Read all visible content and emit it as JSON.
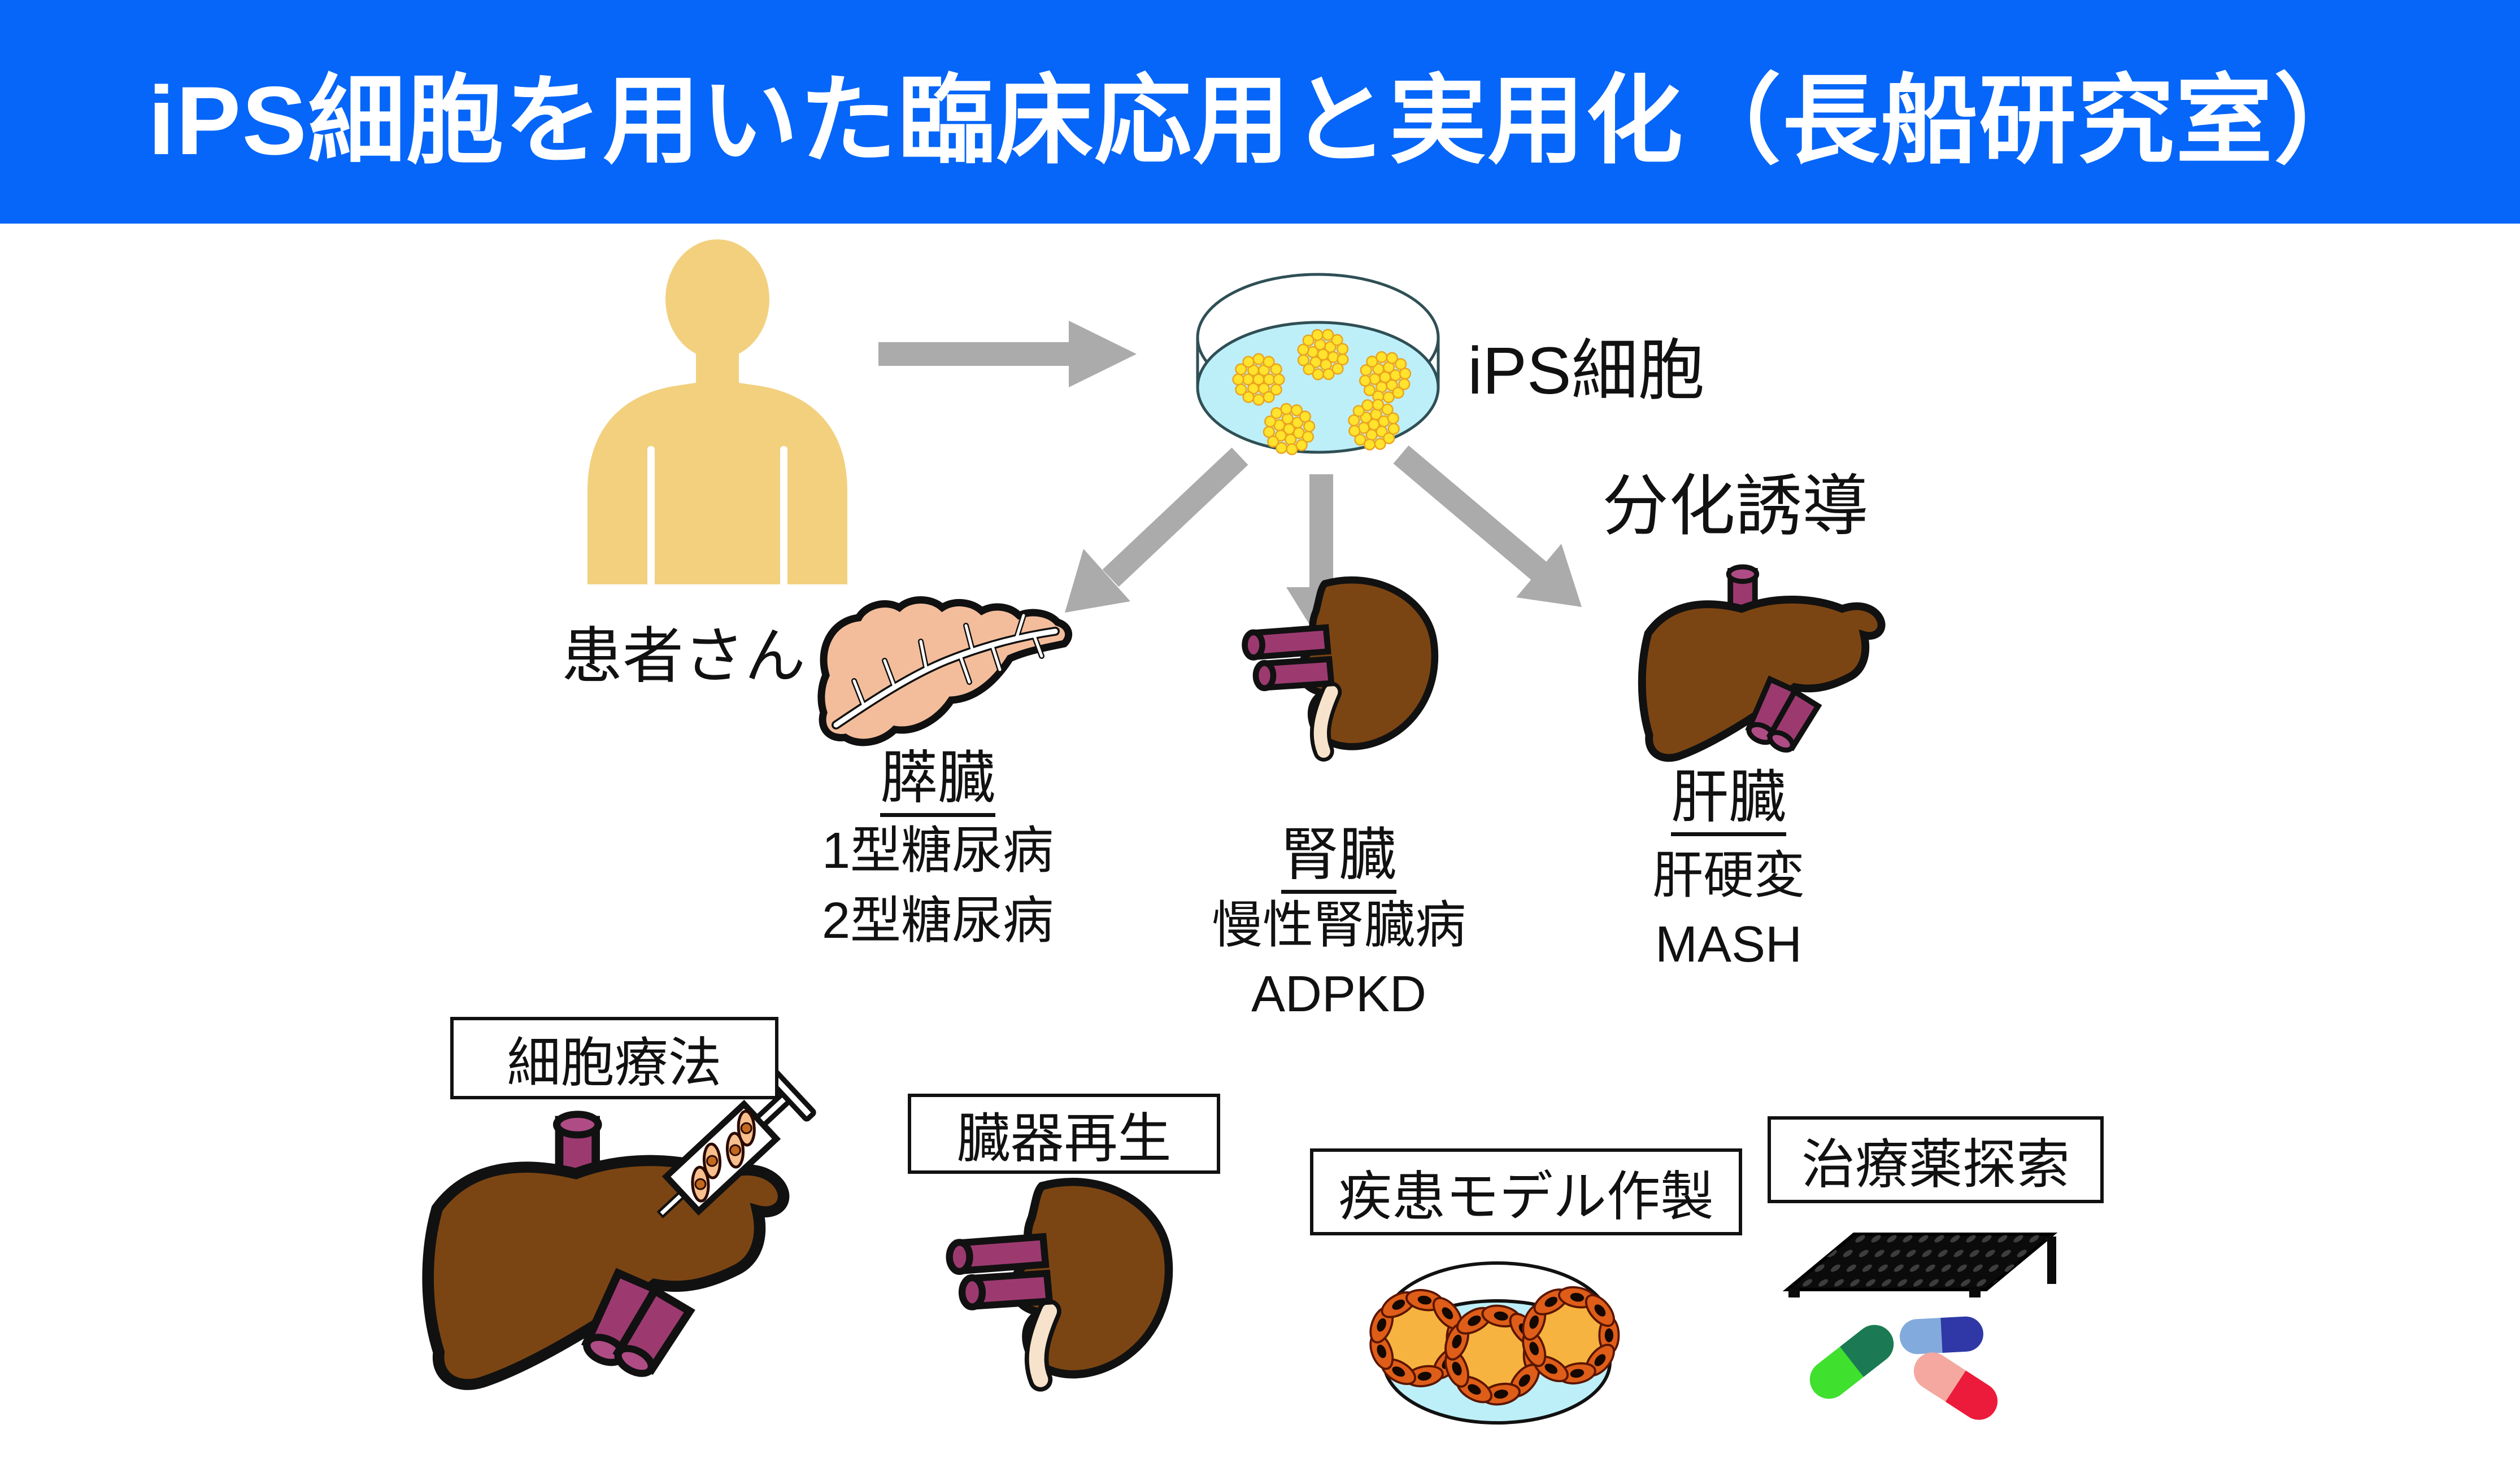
{
  "page_title": "iPS細胞を用いた臨床応用と実用化（長船研究室）",
  "patient": {
    "label": "患者さん"
  },
  "ips_cells": {
    "label": "iPS細胞"
  },
  "differentiation": {
    "label": "分化誘導"
  },
  "organs": [
    {
      "name": "膵臓",
      "diseases": [
        "1型糖尿病",
        "2型糖尿病"
      ]
    },
    {
      "name": "腎臓",
      "diseases": [
        "慢性腎臓病",
        "ADPKD"
      ]
    },
    {
      "name": "肝臓",
      "diseases": [
        "肝硬変",
        "MASH"
      ]
    }
  ],
  "applications": [
    {
      "label": "細胞療法"
    },
    {
      "label": "臓器再生"
    },
    {
      "label": "疾患モデル作製"
    },
    {
      "label": "治療薬探索"
    }
  ],
  "palette": {
    "banner_blue": "#0566F9",
    "title_white": "#FFFFFF",
    "arrow_gray": "#ABABAB",
    "person_tan": "#F2D07E",
    "dish_liquid_cyan": "#BDEFF8",
    "colony_yellow": "#FFE32C",
    "colony_outline_orange": "#EBA41E",
    "pancreas_salmon": "#F3BD9B",
    "organ_brown": "#7B4513",
    "vessel_magenta": "#9C3A70",
    "ureter_cream": "#F7E3CB",
    "organoid_core_amber": "#F6B340",
    "organoid_cell_orange": "#DE5D18",
    "syringe_cell_peach": "#F7BE8E",
    "pill_green_light": "#3FE02E",
    "pill_green_dark": "#1B7A53",
    "pill_blue_light": "#83AADC",
    "pill_blue_dark": "#2F38A6",
    "pill_red_light": "#F4A8A0",
    "pill_red_dark": "#EC1B3B",
    "outline_black": "#111111"
  }
}
